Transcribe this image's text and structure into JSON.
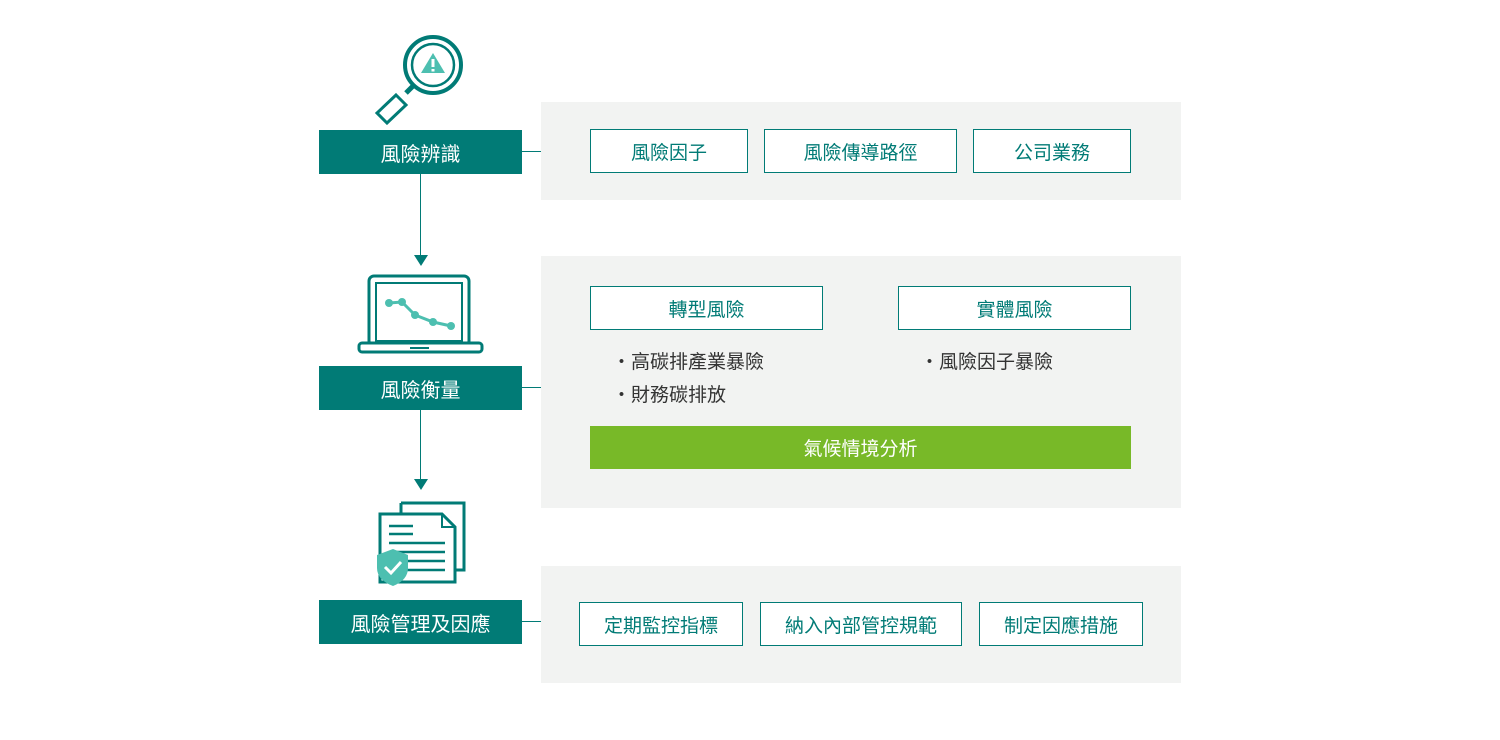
{
  "steps": [
    {
      "label": "風險辨識",
      "icon": "magnifier-warning-icon",
      "items": [
        "風險因子",
        "風險傳導路徑",
        "公司業務"
      ]
    },
    {
      "label": "風險衡量",
      "icon": "laptop-chart-icon",
      "categories": [
        {
          "label": "轉型風險",
          "bullets": [
            "・高碳排產業暴險",
            "・財務碳排放"
          ]
        },
        {
          "label": "實體風險",
          "bullets": [
            "・風險因子暴險"
          ]
        }
      ],
      "analysis": "氣候情境分析"
    },
    {
      "label": "風險管理及因應",
      "icon": "documents-shield-icon",
      "items": [
        "定期監控指標",
        "納入內部管控規範",
        "制定因應措施"
      ]
    }
  ],
  "colors": {
    "teal": "#017b76",
    "light_teal": "#4dbfb0",
    "green": "#78b928",
    "panel": "#f2f3f2"
  }
}
